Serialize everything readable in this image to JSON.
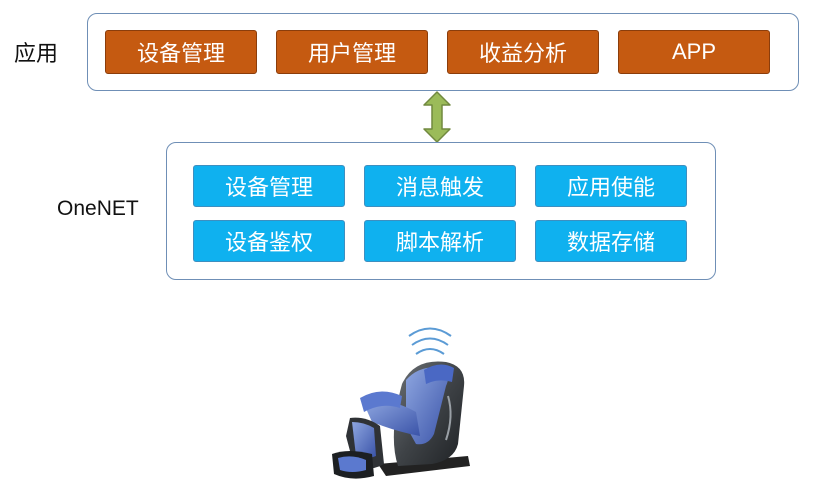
{
  "app_layer": {
    "label": "应用",
    "items": [
      "设备管理",
      "用户管理",
      "收益分析",
      "APP"
    ]
  },
  "platform_layer": {
    "label": "OneNET",
    "items": [
      "设备管理",
      "消息触发",
      "应用使能",
      "设备鉴权",
      "脚本解析",
      "数据存储"
    ]
  },
  "colors": {
    "app_box": "#c55a11",
    "platform_box": "#0fb1ef",
    "frame_border": "#6f8fb6",
    "arrow": "#9bbb59"
  },
  "icons": [
    "bidirectional-arrow-icon",
    "massage-chair-icon",
    "wireless-signal-icon"
  ]
}
